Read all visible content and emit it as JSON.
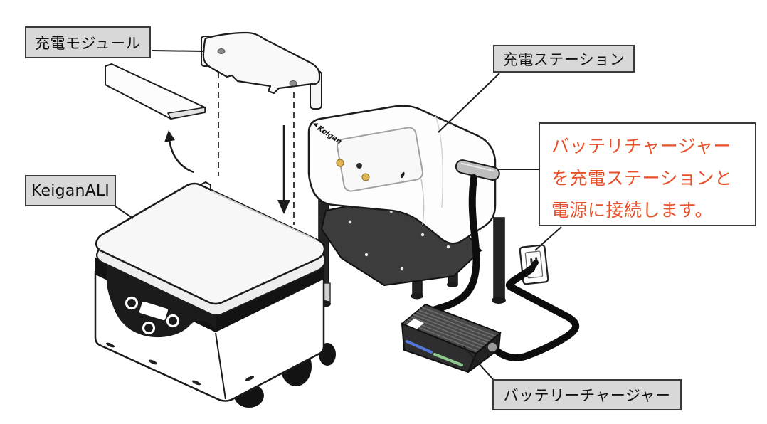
{
  "labels": {
    "charging_module": "充電モジュール",
    "charging_station": "充電ステーション",
    "robot": "KeiganALI",
    "battery_charger": "バッテリーチャージャー"
  },
  "callout": {
    "line1": "バッテリチャージャー",
    "line2": "を充電ステーションと",
    "line3": "電源に接続します。",
    "text_color": "#e8502a",
    "border_color": "#3a3a3a",
    "background": "#ffffff"
  },
  "branding": {
    "station_logo": "Keigan"
  },
  "colors": {
    "label_background": "#d8d8d8",
    "label_border": "#3a3a3a",
    "line_color": "#1c1c1c",
    "cable_color": "#0d0d0d",
    "station_base": "#3c3c3c",
    "charger_body": "#2e2e2e",
    "charger_stripe_blue": "#5577d8",
    "charger_stripe_green": "#8cc98c",
    "contact_gold": "#e0b553"
  }
}
